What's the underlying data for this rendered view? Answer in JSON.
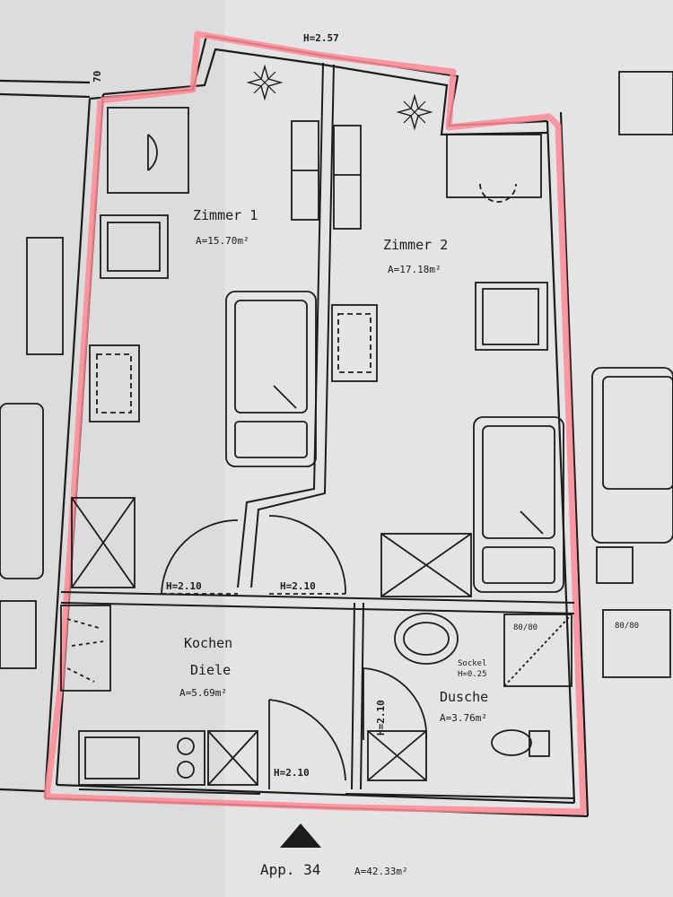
{
  "rooms": {
    "zimmer1": {
      "name": "Zimmer 1",
      "area": "A=15.70m²"
    },
    "zimmer2": {
      "name": "Zimmer 2",
      "area": "A=17.18m²"
    },
    "kochen": {
      "name": "Kochen",
      "name2": "Diele",
      "area": "A=5.69m²"
    },
    "dusche": {
      "name": "Dusche",
      "area": "A=3.76m²"
    }
  },
  "dimensions": {
    "window_height": "H=2.57",
    "wall_offset": "70",
    "door_zimmer1": "H=2.10",
    "door_zimmer2": "H=2.10",
    "door_bath": "H=2.10",
    "door_entrance": "H=2.10",
    "shower_size": "80/80",
    "shower_size_neighbor": "80/80",
    "sockel_label": "Sockel",
    "sockel_height": "H=0.25"
  },
  "footer": {
    "apartment": "App. 34",
    "total_area": "A=42.33m²"
  },
  "colors": {
    "outline": "#ff8a95",
    "ink": "#1c1c1c",
    "paper": "#e4e4e6"
  }
}
